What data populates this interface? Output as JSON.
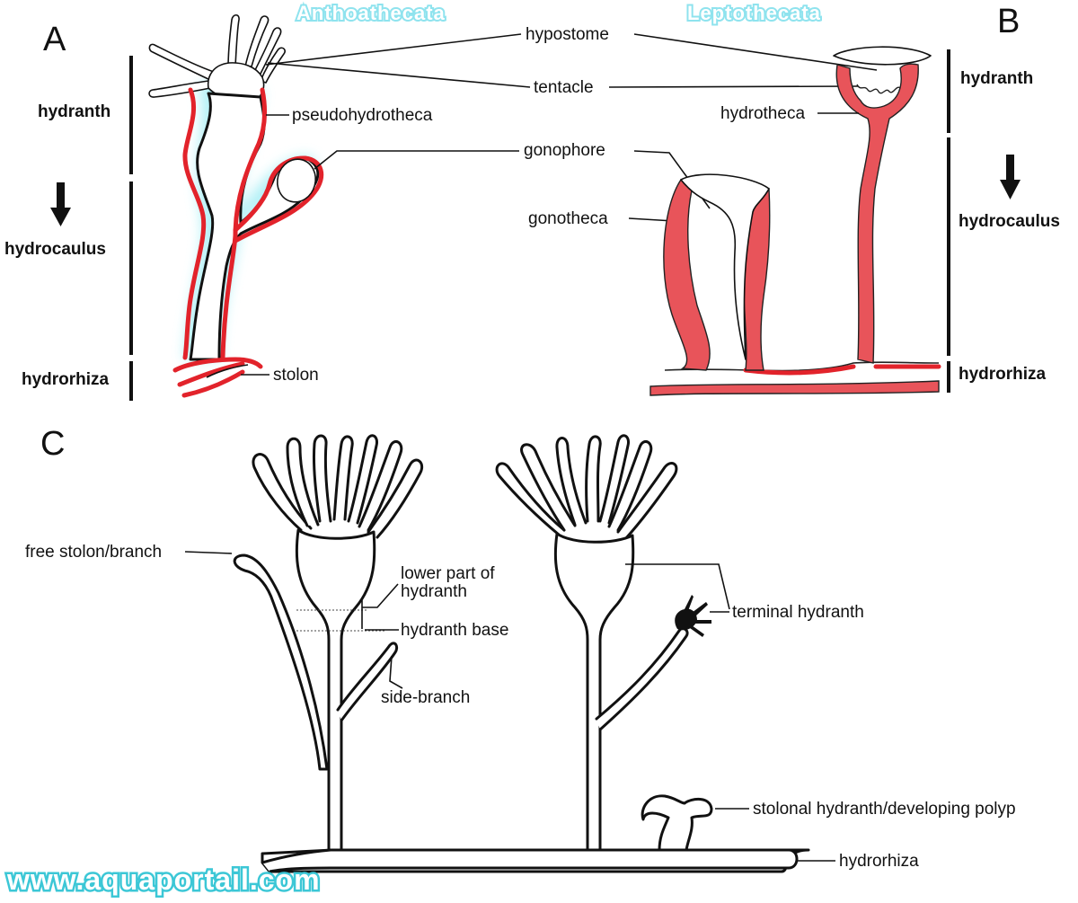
{
  "panels": {
    "a": "A",
    "b": "B",
    "c": "C"
  },
  "groups": {
    "antho": "Anthoathecata",
    "lepto": "Leptothecata"
  },
  "labels": {
    "hypostome": "hypostome",
    "tentacle": "tentacle",
    "pseudohydrotheca": "pseudohydrotheca",
    "gonophore": "gonophore",
    "gonotheca": "gonotheca",
    "hydrotheca": "hydrotheca",
    "stolon": "stolon",
    "free_stolon": "free stolon/branch",
    "lower_part_line1": "lower part of",
    "lower_part_line2": "hydranth",
    "hydranth_base": "hydranth base",
    "side_branch": "side-branch",
    "terminal_hydranth": "terminal hydranth",
    "stolonal_hydranth": "stolonal hydranth/developing polyp",
    "hydrorhiza_c": "hydrorhiza"
  },
  "regions": {
    "hydranth": "hydranth",
    "hydrocaulus": "hydrocaulus",
    "hydrorhiza": "hydrorhiza"
  },
  "watermark": "www.aquaportail.com",
  "colors": {
    "perisarc": "#e2232b",
    "glow": "#a6eef5",
    "watermark_outline": "#3cc7d6"
  }
}
